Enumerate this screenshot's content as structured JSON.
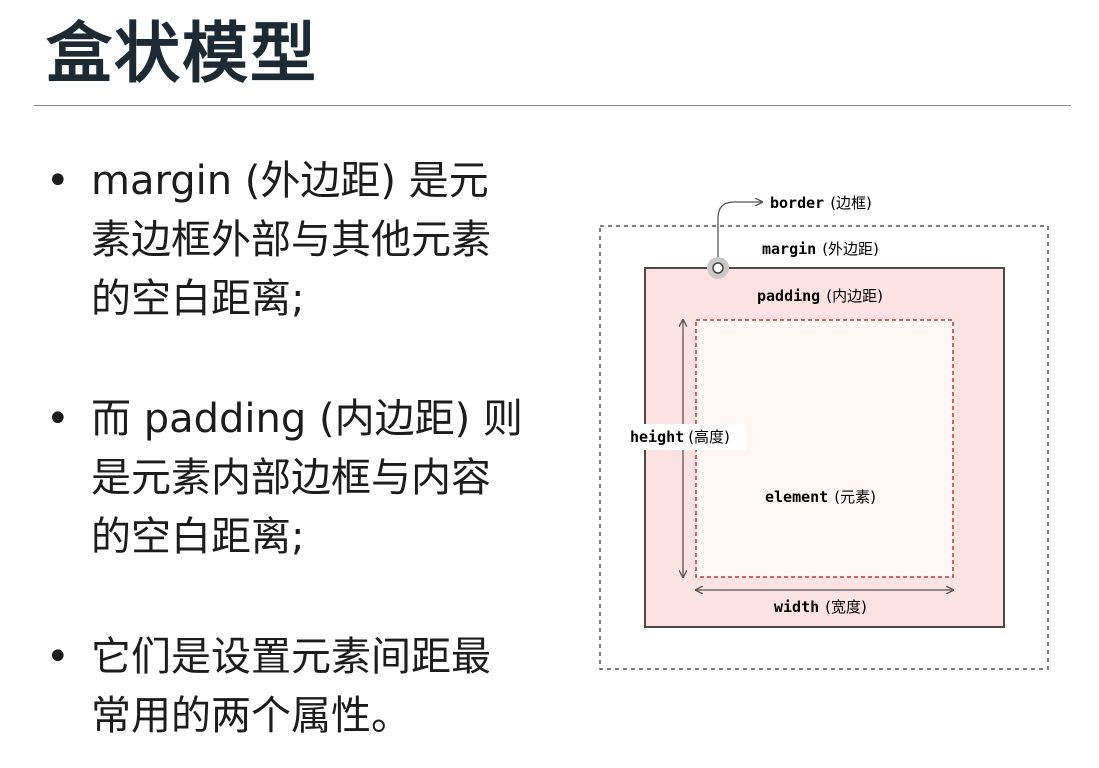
{
  "slide": {
    "title": "盒状模型"
  },
  "bullets": [
    {
      "text": "margin (外边距) 是元素边框外部与其他元素的空白距离;"
    },
    {
      "text": "而 padding (内边距) 则是元素内部边框与内容的空白距离;"
    },
    {
      "text": "它们是设置元素间距最常用的两个属性。"
    }
  ],
  "diagram": {
    "border_label": {
      "en": "border",
      "zh": "(边框)"
    },
    "margin_label": {
      "en": "margin",
      "zh": "(外边距)"
    },
    "padding_label": {
      "en": "padding",
      "zh": "(内边距)"
    },
    "height_label": {
      "en": "height",
      "zh": "(高度)"
    },
    "element_label": {
      "en": "element",
      "zh": "(元素)"
    },
    "width_label": {
      "en": "width",
      "zh": "(宽度)"
    },
    "colors": {
      "padding_fill": "#fde2e4",
      "content_fill": "#fff6f6",
      "content_border": "#c0392b",
      "border_stroke": "#4a4a4a",
      "margin_stroke": "#555555",
      "marker_fill": "#c8c8c8"
    }
  }
}
